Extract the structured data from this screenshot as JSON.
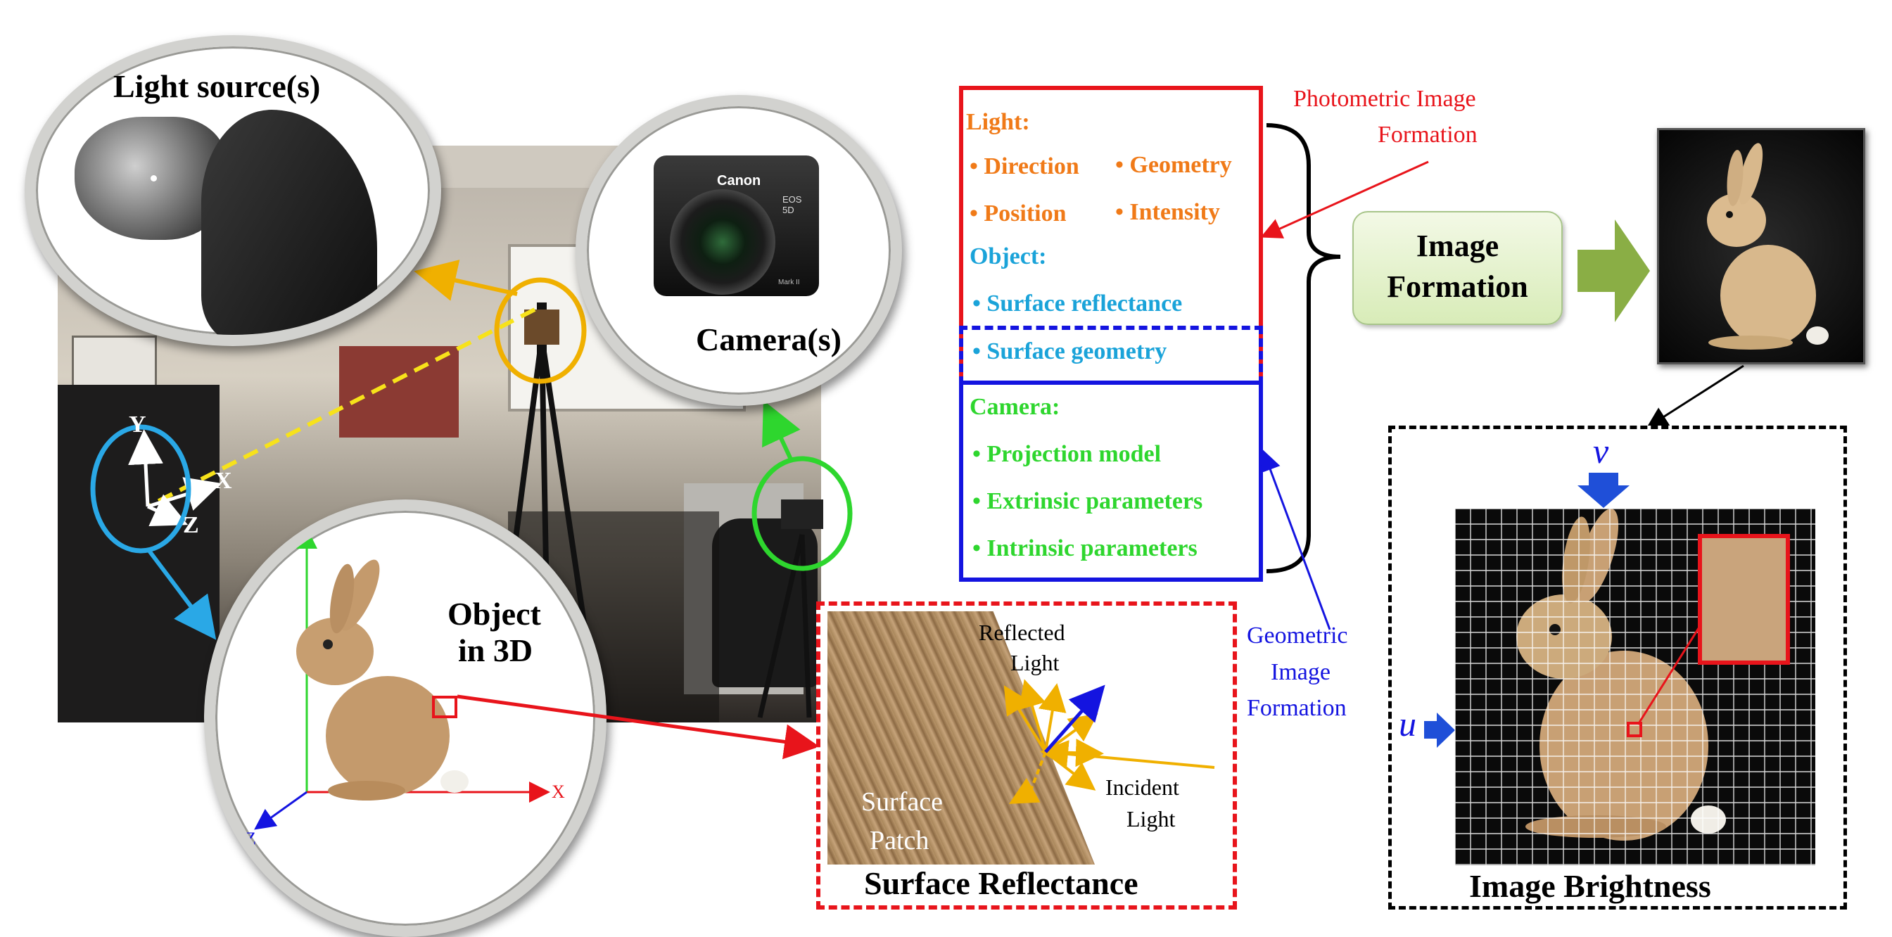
{
  "labels": {
    "light_source": "Light source(s)",
    "camera": "Camera(s)",
    "object_line1": "Object",
    "object_line2": "in 3D",
    "axis_y": "Y",
    "axis_x": "X",
    "axis_z": "Z",
    "photo_axis_y": "Y",
    "photo_axis_x": "X",
    "photo_axis_z": "Z",
    "camera_brand": "Canon",
    "camera_model": "EOS 5D",
    "camera_mark": "Mark II"
  },
  "params_box": {
    "light_header": "Light:",
    "light_items": [
      "• Direction",
      "• Geometry",
      "• Position",
      "• Intensity"
    ],
    "object_header": "Object:",
    "object_items": [
      "• Surface reflectance",
      "• Surface geometry"
    ],
    "camera_header": "Camera:",
    "camera_items": [
      "• Projection model",
      "• Extrinsic parameters",
      "• Intrinsic parameters"
    ]
  },
  "annotations": {
    "photometric_line1": "Photometric Image",
    "photometric_line2": "Formation",
    "geometric_line1": "Geometric",
    "geometric_line2": "Image",
    "geometric_line3": "Formation"
  },
  "image_formation": {
    "line1": "Image",
    "line2": "Formation"
  },
  "reflectance": {
    "reflected_line1": "Reflected",
    "reflected_line2": "Light",
    "incident_line1": "Incident",
    "incident_line2": "Light",
    "patch_line1": "Surface",
    "patch_line2": "Patch",
    "caption": "Surface Reflectance"
  },
  "brightness": {
    "v": "v",
    "u": "u",
    "caption": "Image Brightness"
  },
  "colors": {
    "red": "#e8141b",
    "blue": "#1414e0",
    "orange": "#f07a18",
    "cyan": "#1aa3d9",
    "green": "#2ed62e",
    "amber": "#f0b000",
    "sky": "#2aa8e6",
    "olive": "#8aae45"
  }
}
